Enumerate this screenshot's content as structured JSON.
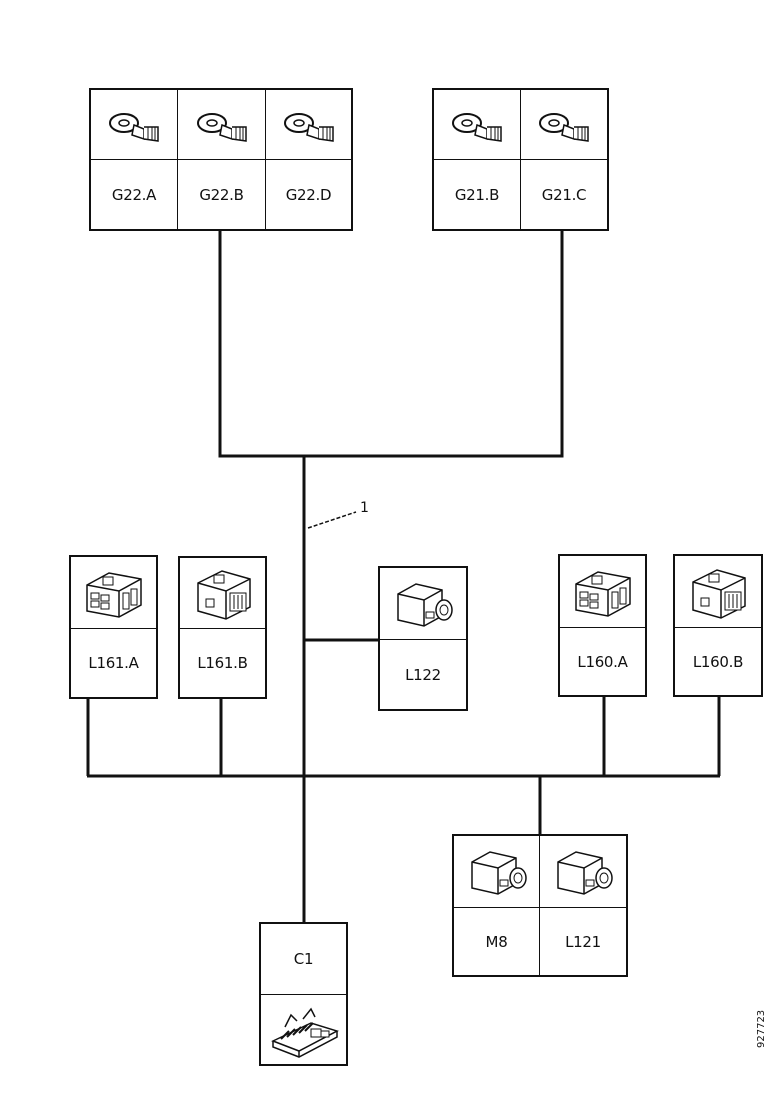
{
  "groups": {
    "g22": [
      "G22.A",
      "G22.B",
      "G22.D"
    ],
    "g21": [
      "G21.B",
      "G21.C"
    ],
    "l161": [
      "L161.A",
      "L161.B"
    ],
    "l122": "L122",
    "l160": [
      "L160.A",
      "L160.B"
    ],
    "m8_l121": [
      "M8",
      "L121"
    ],
    "c1": "C1"
  },
  "callout": "1",
  "figure_ref": "927723",
  "icons": {
    "ring_terminal": "ring-terminal-icon",
    "multi_connector": "multi-pin-connector-icon",
    "cube_connector": "cube-connector-icon",
    "fuse_block": "fuse-block-icon"
  }
}
